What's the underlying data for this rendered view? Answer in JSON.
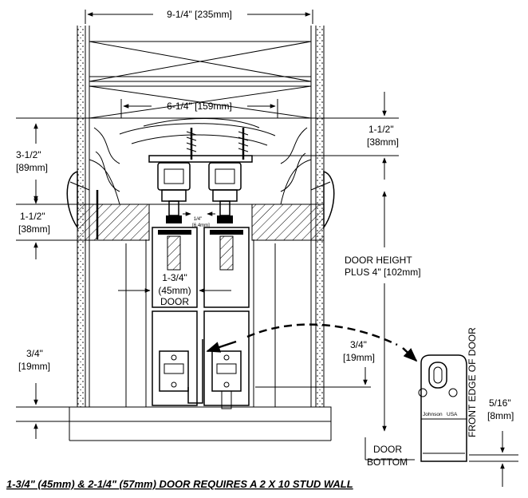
{
  "dimensions": {
    "overall_width": "9-1/4\" [235mm]",
    "track_width": "6-1/4\" [159mm]",
    "header_top_line1": "3-1/2\"",
    "header_top_line2": "[89mm]",
    "header_right_line1": "1-1/2\"",
    "header_right_line2": "[38mm]",
    "plate_left_line1": "1-1/2\"",
    "plate_left_line2": "[38mm]",
    "offset_line1": "1/4\"",
    "offset_line2": "[6.4mm]",
    "door_thickness_line1": "1-3/4\"",
    "door_thickness_line2": "(45mm)",
    "door_thickness_line3": "DOOR",
    "door_height_line1": "DOOR HEIGHT",
    "door_height_line2": "PLUS 4\" [102mm]",
    "guide_left_line1": "3/4\"",
    "guide_left_line2": "[19mm]",
    "guide_right_line1": "3/4\"",
    "guide_right_line2": "[19mm]",
    "guide_bottom_line1": "5/16\"",
    "guide_bottom_line2": "[8mm]"
  },
  "labels": {
    "front_edge": "FRONT EDGE OF DOOR",
    "door_bottom_line1": "DOOR",
    "door_bottom_line2": "BOTTOM",
    "brand": "Johnson",
    "country": "USA"
  },
  "caption": "1-3/4\" (45mm) & 2-1/4\" (57mm) DOOR REQUIRES A 2 X 10 STUD WALL"
}
